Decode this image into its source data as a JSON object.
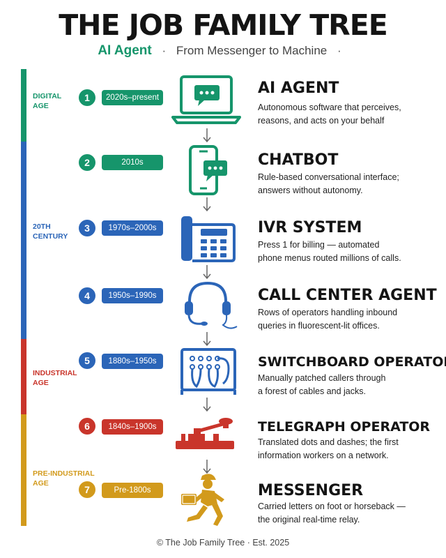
{
  "header": {
    "title": "THE JOB FAMILY TREE",
    "subtitle_highlight": "AI Agent",
    "subtitle_separator": "·",
    "subtitle_text": "From Messenger to Machine",
    "subtitle_trailing": "·"
  },
  "eras": [
    {
      "label_line1": "DIGITAL",
      "label_line2": "AGE",
      "color": "#16956b"
    },
    {
      "label_line1": "20TH",
      "label_line2": "CENTURY",
      "color": "#2b65b8"
    },
    {
      "label_line1": "INDUSTRIAL",
      "label_line2": "AGE",
      "color": "#c9352b"
    },
    {
      "label_line1": "PRE-INDUSTRIAL",
      "label_line2": "AGE",
      "color": "#d29a1c"
    }
  ],
  "jobs": [
    {
      "number": "1",
      "period": "2020s–present",
      "title": "AI AGENT",
      "desc_line1": "Autonomous software that perceives,",
      "desc_line2": "reasons, and acts on your behalf",
      "color": "#16956b",
      "icon": "laptop-chat-icon"
    },
    {
      "number": "2",
      "period": "2010s",
      "title": "CHATBOT",
      "desc_line1": "Rule-based conversational interface;",
      "desc_line2": "answers without autonomy.",
      "color": "#16956b",
      "icon": "smartphone-chat-icon"
    },
    {
      "number": "3",
      "period": "1970s–2000s",
      "title": "IVR SYSTEM",
      "desc_line1": "Press 1 for billing — automated",
      "desc_line2": "phone menus routed millions of calls.",
      "color": "#2b65b8",
      "icon": "desk-phone-icon"
    },
    {
      "number": "4",
      "period": "1950s–1990s",
      "title": "CALL CENTER AGENT",
      "desc_line1": "Rows of operators handling inbound",
      "desc_line2": "queries in fluorescent-lit offices.",
      "color": "#2b65b8",
      "icon": "headset-icon"
    },
    {
      "number": "5",
      "period": "1880s–1950s",
      "title": "SWITCHBOARD OPERATOR",
      "desc_line1": "Manually patched callers through",
      "desc_line2": "a forest of cables and jacks.",
      "color": "#2b65b8",
      "icon": "switchboard-icon"
    },
    {
      "number": "6",
      "period": "1840s–1900s",
      "title": "TELEGRAPH OPERATOR",
      "desc_line1": "Translated dots and dashes; the first",
      "desc_line2": "information workers on a network.",
      "color": "#c9352b",
      "icon": "telegraph-key-icon"
    },
    {
      "number": "7",
      "period": "Pre-1800s",
      "title": "MESSENGER",
      "desc_line1": "Carried letters on foot or horseback —",
      "desc_line2": "the original real-time relay.",
      "color": "#d29a1c",
      "icon": "running-messenger-icon"
    }
  ],
  "footer": {
    "text": "© The Job Family Tree · Est. 2025"
  }
}
